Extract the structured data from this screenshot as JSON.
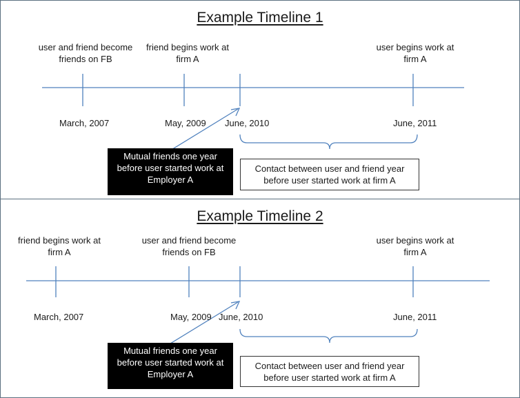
{
  "timelines": [
    {
      "title": "Example Timeline 1",
      "events": [
        {
          "line1": "user and friend become",
          "line2": "friends on FB"
        },
        {
          "line1": "friend begins work at",
          "line2": "firm A"
        },
        {
          "line1": "user begins work at",
          "line2": "firm A"
        }
      ],
      "dates": [
        "March, 2007",
        "May, 2009",
        "June, 2010",
        "June, 2011"
      ],
      "black_box": {
        "line1": "Mutual friends one  year",
        "line2": "before user started work at",
        "line3": "Employer A"
      },
      "white_box": {
        "line1": "Contact between user and friend year",
        "line2": "before user started work at firm A"
      }
    },
    {
      "title": "Example Timeline 2",
      "events": [
        {
          "line1": "friend begins work at",
          "line2": "firm A"
        },
        {
          "line1": "user and friend become",
          "line2": "friends on FB"
        },
        {
          "line1": "user begins work at",
          "line2": "firm A"
        }
      ],
      "dates": [
        "March, 2007",
        "May, 2009",
        "June, 2010",
        "June, 2011"
      ],
      "black_box": {
        "line1": "Mutual friends one year",
        "line2": "before user started work at",
        "line3": "Employer A"
      },
      "white_box": {
        "line1": "Contact between user and friend year",
        "line2": "before user started work at firm A"
      }
    }
  ],
  "colors": {
    "line": "#4f81bd",
    "border": "#5b6f7f",
    "black_box": "#000000"
  }
}
